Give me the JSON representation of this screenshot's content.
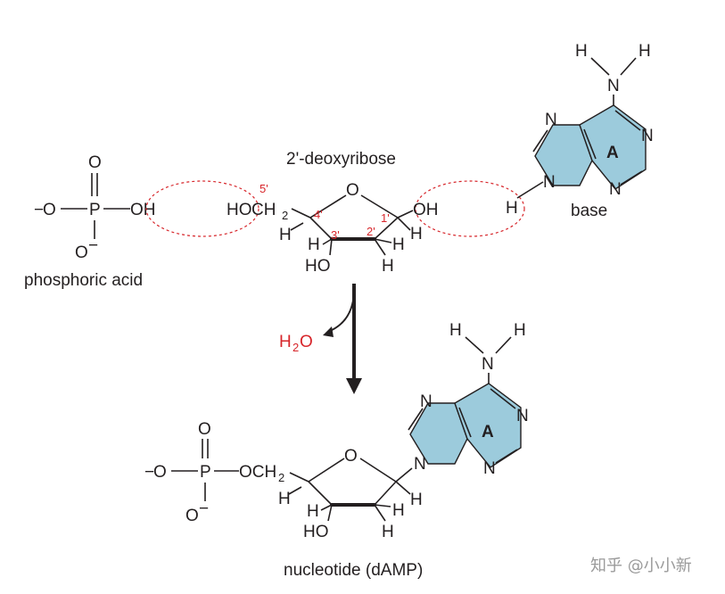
{
  "top": {
    "minus1": "−",
    "o_left": "O",
    "dash1": "–",
    "p": "P",
    "dash2": "–",
    "oh": "OH",
    "o_double": "O",
    "minus2": "−",
    "o_bottom": "O",
    "caption_acid": "phosphoric acid",
    "sugar_title": "2'-deoxyribose",
    "ho": "HO",
    "ch": "CH",
    "sub2": "2",
    "ring_o": "O",
    "oh_right": "OH",
    "c5": "5'",
    "c4": "4'",
    "c3": "3'",
    "c2": "2'",
    "c1": "1'",
    "h4": "H",
    "h3": "H",
    "h2": "H",
    "h1": "H",
    "ho3": "HO",
    "h2b": "H",
    "base_h": "H",
    "base_caption": "base",
    "nh_h1": "H",
    "nh_h2": "H",
    "nh_n": "N",
    "n7": "N",
    "n1": "N",
    "n9": "N",
    "n3": "N",
    "a": "A"
  },
  "reaction": {
    "h": "H",
    "sub2": "2",
    "o": "O"
  },
  "bottom": {
    "minus1": "−",
    "o_left": "O",
    "dash1": "–",
    "p": "P",
    "dash2": "–",
    "och": "OCH",
    "sub2": "2",
    "o_double": "O",
    "minus2": "−",
    "o_bottom": "O",
    "ring_o": "O",
    "h4": "H",
    "h3": "H",
    "h2": "H",
    "h1": "H",
    "ho3": "HO",
    "h2b": "H",
    "nh_h1": "H",
    "nh_h2": "H",
    "nh_n": "N",
    "n7": "N",
    "n1": "N",
    "n9": "N",
    "n3": "N",
    "a": "A",
    "caption": "nucleotide (dAMP)"
  },
  "watermark": "知乎 @小小新",
  "colors": {
    "base_fill": "#9ccbdc",
    "highlight_red": "#d7262b",
    "ink": "#231f20"
  }
}
